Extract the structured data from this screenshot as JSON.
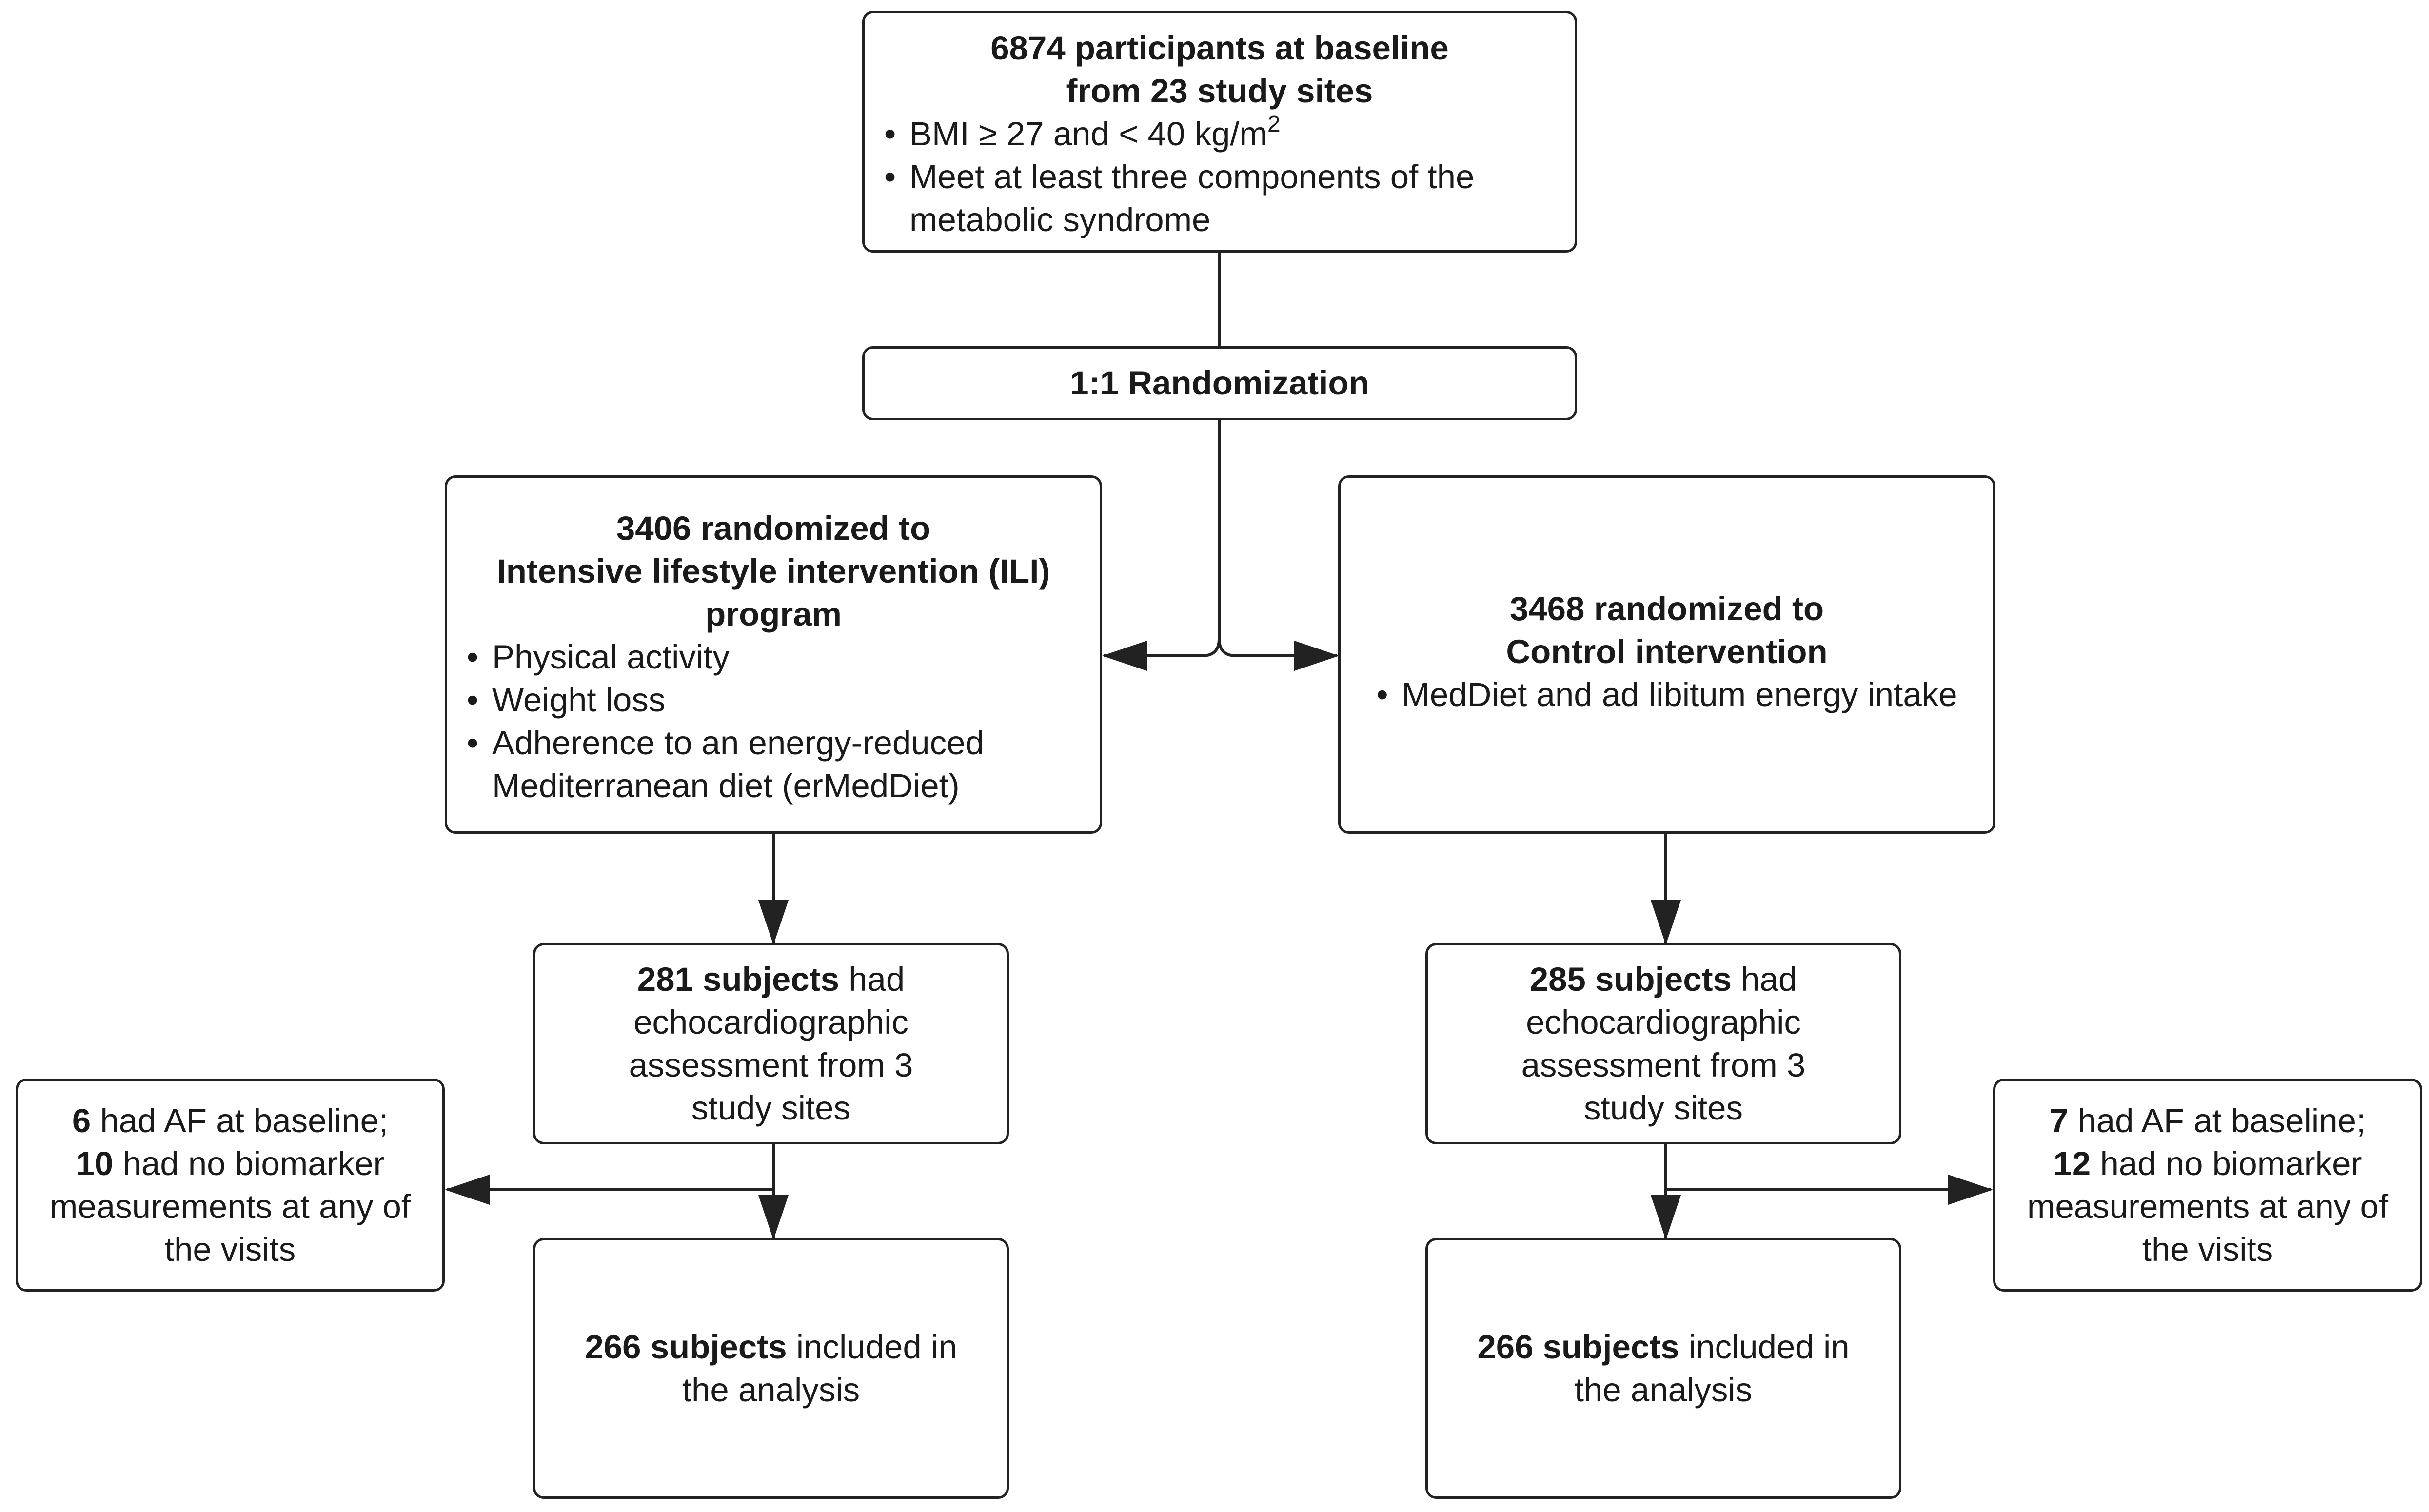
{
  "baseline": {
    "title_1": "6874 participants at baseline",
    "title_2": "from 23 study sites",
    "bullets": [
      {
        "prefix": "BMI ≥ 27 and < 40 kg/m",
        "superscript": "2"
      },
      {
        "prefix": "Meet at least three components of the metabolic syndrome",
        "superscript": ""
      }
    ]
  },
  "randomization": {
    "label": "1:1 Randomization"
  },
  "ili_arm": {
    "title_1": "3406 randomized to",
    "title_2": "Intensive lifestyle intervention (ILI)",
    "title_3": "program",
    "bullets": [
      "Physical activity",
      "Weight loss",
      "Adherence to an energy-reduced Mediterranean diet (erMedDiet)"
    ]
  },
  "control_arm": {
    "title_1": "3468 randomized to",
    "title_2": "Control intervention",
    "bullets": [
      "MedDiet and ad libitum energy intake"
    ]
  },
  "ili_echo": {
    "bold": "281 subjects",
    "rest_1": " had",
    "rest_2": "echocardiographic",
    "rest_3": "assessment from 3",
    "rest_4": "study sites"
  },
  "control_echo": {
    "bold": "285 subjects",
    "rest_1": " had",
    "rest_2": "echocardiographic",
    "rest_3": "assessment from 3",
    "rest_4": "study sites"
  },
  "ili_excluded": {
    "af_count": "6",
    "af_text": " had AF at baseline;",
    "nobio_count": "10",
    "nobio_text": " had no biomarker",
    "line_3": "measurements at any of",
    "line_4": "the visits"
  },
  "control_excluded": {
    "af_count": "7",
    "af_text": " had AF at baseline;",
    "nobio_count": "12",
    "nobio_text": " had no biomarker",
    "line_3": "measurements at any of",
    "line_4": "the visits"
  },
  "ili_analysis": {
    "bold": "266 subjects",
    "rest_1": " included in",
    "rest_2": "the analysis"
  },
  "control_analysis": {
    "bold": "266 subjects",
    "rest_1": " included in",
    "rest_2": "the analysis"
  },
  "colors": {
    "stroke": "#222222",
    "text": "#1a1a1a",
    "background": "#ffffff"
  }
}
